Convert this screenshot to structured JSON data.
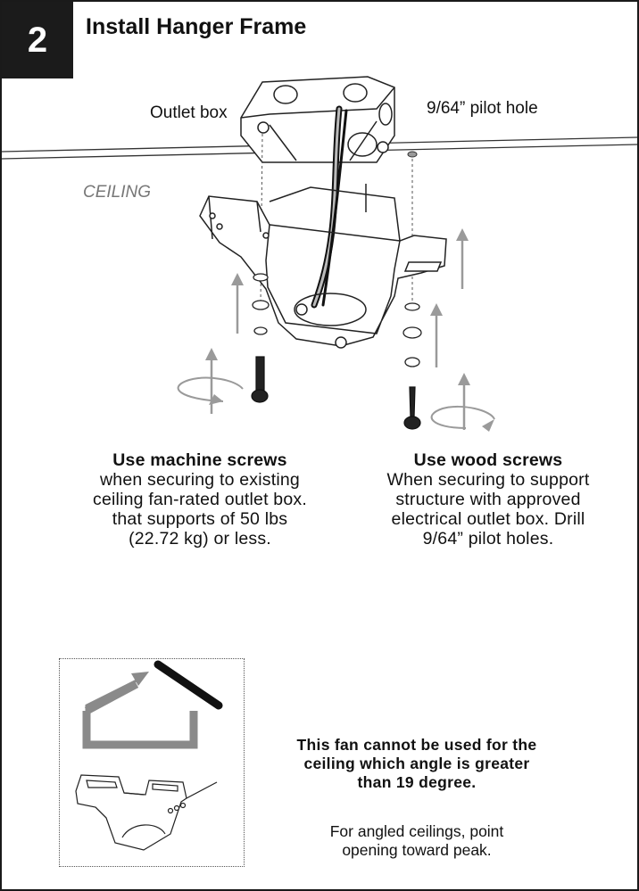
{
  "step": {
    "number": "2",
    "title": "Install Hanger Frame"
  },
  "labels": {
    "outlet_box": "Outlet box",
    "pilot_hole": "9/64” pilot hole",
    "ceiling": "CEILING"
  },
  "machine_screws": {
    "heading": "Use machine screws",
    "lines": [
      "when securing to existing",
      "ceiling fan-rated outlet box.",
      "that supports of 50 lbs",
      "(22.72 kg) or less."
    ]
  },
  "wood_screws": {
    "heading": "Use wood screws",
    "lines": [
      "When securing to support",
      "structure with approved",
      "electrical outlet box. Drill",
      "9/64” pilot holes."
    ]
  },
  "warning": {
    "lines": [
      "This fan cannot be used for the",
      "ceiling which angle is greater",
      "than 19 degree."
    ]
  },
  "advice": {
    "lines": [
      "For angled ceilings, point",
      "opening toward peak."
    ]
  },
  "colors": {
    "badge": "#1b1b1b",
    "arrow_gray": "#9a9a9a",
    "ceiling_label": "#777777",
    "roof_dark": "#111111"
  }
}
